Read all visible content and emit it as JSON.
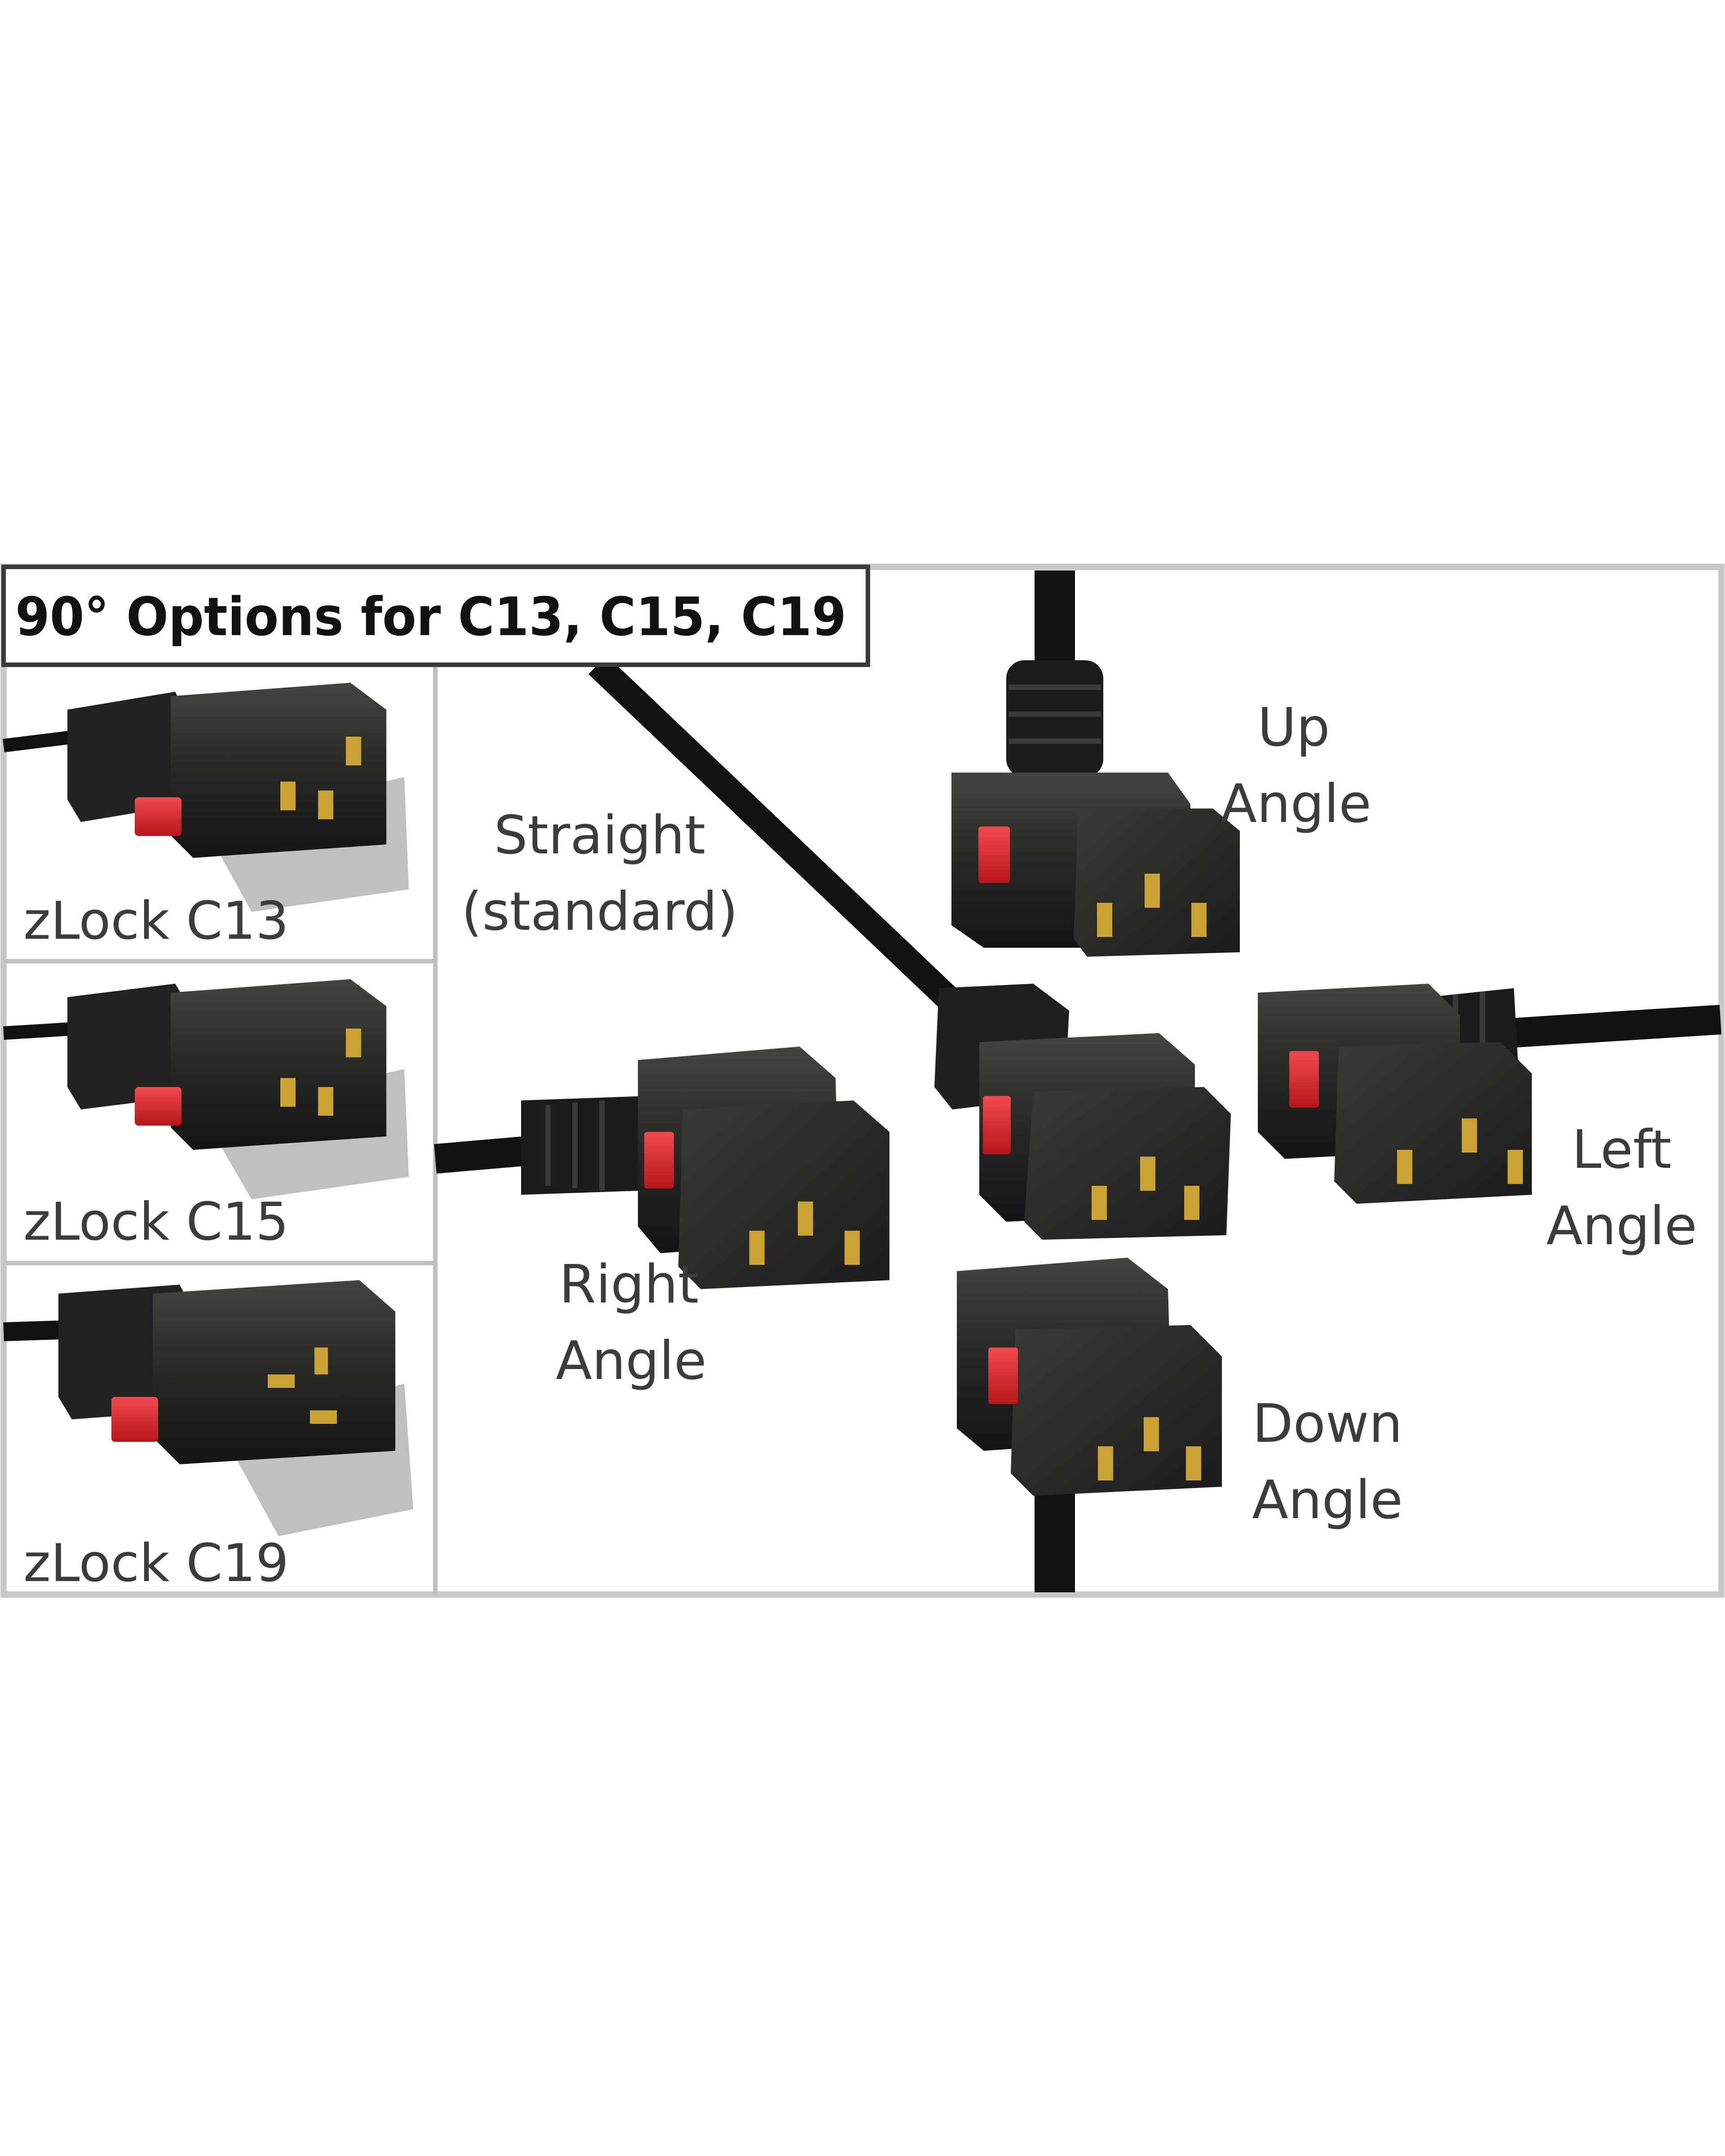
{
  "title": "90° Options for C13, C15, C19",
  "side_labels": {
    "c13": "zLock C13",
    "c15": "zLock C15",
    "c19": "zLock C19"
  },
  "orientation_labels": {
    "straight_1": "Straight",
    "straight_2": "(standard)",
    "right_1": "Right",
    "right_2": "Angle",
    "up_1": "Up",
    "up_2": "Angle",
    "left_1": "Left",
    "left_2": "Angle",
    "down_1": "Down",
    "down_2": "Angle"
  },
  "colors": {
    "connector_body": "#1e1e1e",
    "connector_highlight": "#3a3a36",
    "contact": "#c9a233",
    "lock_latch": "#d8262c",
    "panel_border": "#c8c8c8",
    "shadow": "#b8b8b8"
  }
}
